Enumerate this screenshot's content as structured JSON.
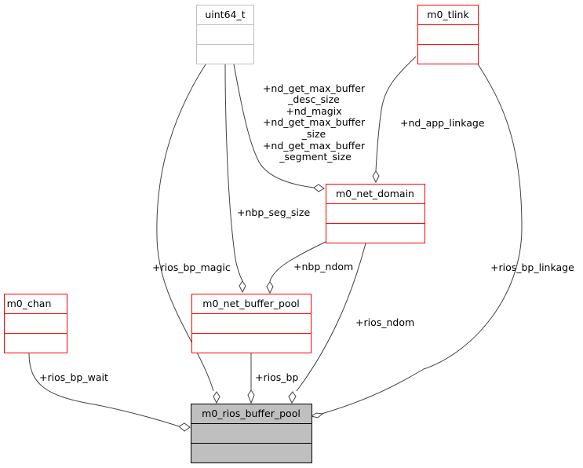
{
  "diagram": {
    "title": "m0_rios_buffer_pool collaboration diagram",
    "colors": {
      "member_node": "#ff0000",
      "external_node": "#bfbfbf",
      "focus_fill": "#bfbfbf",
      "focus_border": "#000000",
      "edge": "#404040"
    },
    "nodes": {
      "uint64": {
        "label": "uint64_t"
      },
      "tlink": {
        "label": "m0_tlink"
      },
      "net_domain": {
        "label": "m0_net_domain"
      },
      "net_buffer_pool": {
        "label": "m0_net_buffer_pool"
      },
      "chan": {
        "label": "m0_chan"
      },
      "rios": {
        "label": "m0_rios_buffer_pool"
      }
    },
    "edges": {
      "domain_uint64": [
        "+nd_get_max_buffer",
        "_desc_size",
        "+nd_magix",
        "+nd_get_max_buffer",
        "_size",
        "+nd_get_max_buffer",
        "_segment_size"
      ],
      "domain_tlink": "+nd_app_linkage",
      "pool_uint64": "+nbp_seg_size",
      "pool_domain": "+nbp_ndom",
      "rios_uint64": "+rios_bp_magic",
      "rios_tlink": "+rios_bp_linkage",
      "rios_domain": "+rios_ndom",
      "rios_pool": "+rios_bp",
      "rios_chan": "+rios_bp_wait"
    }
  }
}
